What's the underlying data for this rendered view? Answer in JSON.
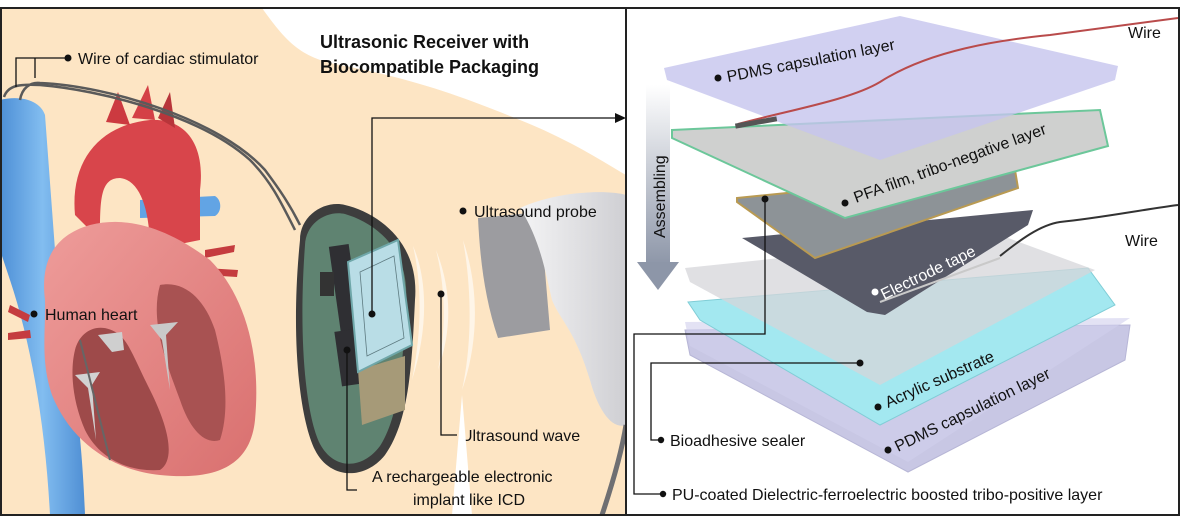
{
  "title": {
    "line1": "Ultrasonic Receiver with",
    "line2": "Biocompatible Packaging"
  },
  "left_panel": {
    "labels": {
      "wire_stimulator": "Wire of cardiac stimulator",
      "human_heart": "Human heart",
      "ultrasound_probe": "Ultrasound probe",
      "ultrasound_wave": "Ultrasound wave",
      "implant_line1": "A rechargeable electronic",
      "implant_line2": "implant like ICD"
    },
    "colors": {
      "skin": "#fde5c4",
      "vein": "#5b9fe0",
      "artery": "#d8444a",
      "heart": "#e58a8a",
      "implant_board": "#587a66",
      "implant_shell": "#3a3a3a",
      "receiver": "#b6dde6",
      "probe": "#e6e6e8"
    }
  },
  "right_panel": {
    "assembling": "Assembling",
    "labels": {
      "pdms_top": "PDMS capsulation layer",
      "wire_top": "Wire",
      "pfa": "PFA film, tribo-negative layer",
      "wire_mid": "Wire",
      "electrode": "Electrode tape",
      "acrylic": "Acrylic substrate",
      "pdms_bottom": "PDMS capsulation layer",
      "bioadhesive": "Bioadhesive sealer",
      "pu_coated": "PU-coated Dielectric-ferroelectric boosted tribo-positive layer"
    },
    "colors": {
      "pdms": "#c9c8ee",
      "pfa": "#cfd0cf",
      "pfa_edge": "#6cc79a",
      "tribo_positive": "#8a8f93",
      "tribo_edge": "#b99a52",
      "electrode": "#5b5c6a",
      "sealer": "#d6d6da",
      "acrylic": "#9fe6ee",
      "pdms_bottom": "#c9c8e6",
      "wire_top": "#c0392b",
      "wire_mid": "#333333"
    }
  }
}
